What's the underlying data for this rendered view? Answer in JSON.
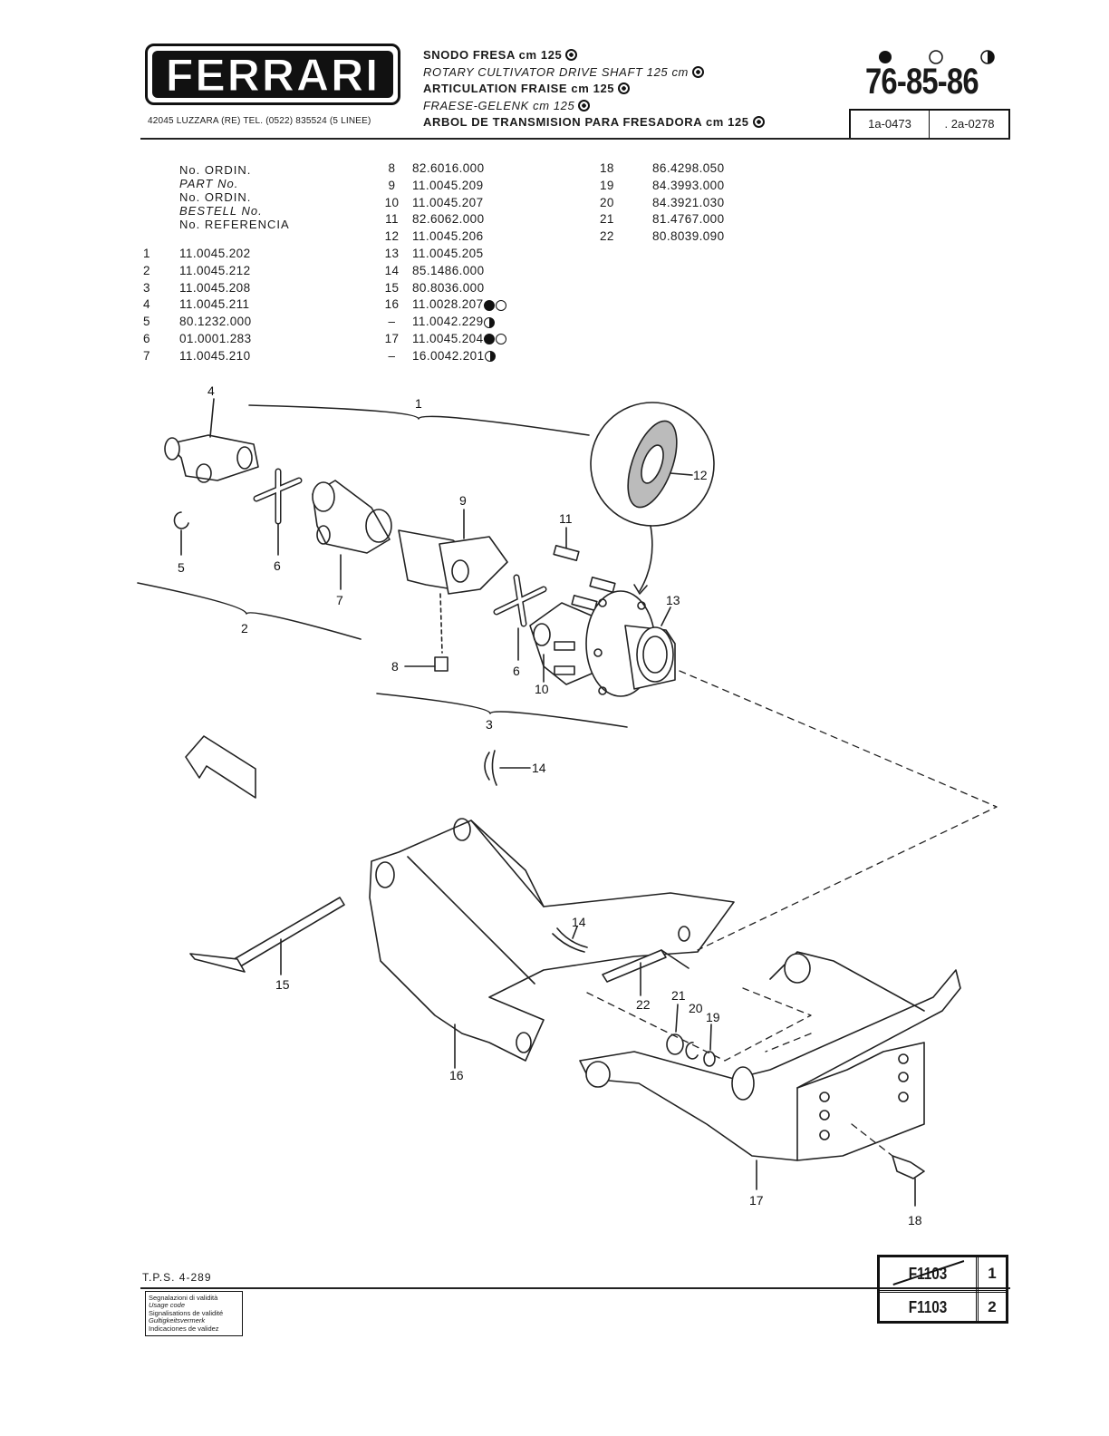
{
  "header": {
    "brand": "FERRARI",
    "address": "42045 LUZZARA (RE)   TEL. (0522) 835524 (5 LINEE)",
    "titles": [
      {
        "text": "SNODO FRESA cm 125",
        "style": "b"
      },
      {
        "text": "ROTARY CULTIVATOR DRIVE SHAFT 125 cm",
        "style": "it"
      },
      {
        "text": "ARTICULATION FRAISE cm 125",
        "style": "b"
      },
      {
        "text": "FRAESE-GELENK cm 125",
        "style": "it"
      },
      {
        "text": "ARBOL DE TRANSMISION PARA FRESADORA cm 125",
        "style": "b"
      }
    ],
    "model": "76-85-86",
    "code_left": "1a-0473",
    "code_right": ". 2a-0278"
  },
  "parts_header": {
    "line1": "No. ORDIN.",
    "line2": "PART No.",
    "line3": "No. ORDIN.",
    "line4": "BESTELL No.",
    "line5": "No. REFERENCIA"
  },
  "parts_col1": [
    {
      "n": "1",
      "code": "11.0045.202"
    },
    {
      "n": "2",
      "code": "11.0045.212"
    },
    {
      "n": "3",
      "code": "11.0045.208"
    },
    {
      "n": "4",
      "code": "11.0045.211"
    },
    {
      "n": "5",
      "code": "80.1232.000"
    },
    {
      "n": "6",
      "code": "01.0001.283"
    },
    {
      "n": "7",
      "code": "11.0045.210"
    }
  ],
  "parts_col2": [
    {
      "n": "8",
      "code": "82.6016.000",
      "marks": []
    },
    {
      "n": "9",
      "code": "11.0045.209",
      "marks": []
    },
    {
      "n": "10",
      "code": "11.0045.207",
      "marks": []
    },
    {
      "n": "11",
      "code": "82.6062.000",
      "marks": []
    },
    {
      "n": "12",
      "code": "11.0045.206",
      "marks": []
    },
    {
      "n": "13",
      "code": "11.0045.205",
      "marks": []
    },
    {
      "n": "14",
      "code": "85.1486.000",
      "marks": []
    },
    {
      "n": "15",
      "code": "80.8036.000",
      "marks": []
    },
    {
      "n": "16",
      "code": "11.0028.207",
      "marks": [
        "full",
        "empty"
      ]
    },
    {
      "n": "–",
      "code": "11.0042.229",
      "marks": [
        "half"
      ]
    },
    {
      "n": "17",
      "code": "11.0045.204",
      "marks": [
        "full",
        "empty"
      ]
    },
    {
      "n": "–",
      "code": "16.0042.201",
      "marks": [
        "half"
      ]
    }
  ],
  "parts_col3": [
    {
      "n": "18",
      "code": "86.4298.050"
    },
    {
      "n": "19",
      "code": "84.3993.000"
    },
    {
      "n": "20",
      "code": "84.3921.030"
    },
    {
      "n": "21",
      "code": "81.4767.000"
    },
    {
      "n": "22",
      "code": "80.8039.090"
    }
  ],
  "diagram_labels": [
    "1",
    "2",
    "3",
    "4",
    "5",
    "6",
    "7",
    "8",
    "9",
    "10",
    "11",
    "12",
    "13",
    "14",
    "15",
    "16",
    "17",
    "18",
    "19",
    "20",
    "21",
    "22",
    "6",
    "14"
  ],
  "footer": {
    "tps": "T.P.S. 4-289",
    "usage": [
      {
        "text": "Segnalazioni di validità",
        "style": ""
      },
      {
        "text": "Usage code",
        "style": "it"
      },
      {
        "text": "Signalisations de validité",
        "style": ""
      },
      {
        "text": "Gultigkeitsvermerk",
        "style": "it"
      },
      {
        "text": "Indicaciones de validez",
        "style": ""
      }
    ],
    "pages": [
      {
        "label": "F1103",
        "num": "1",
        "struck": true
      },
      {
        "label": "F1103",
        "num": "2",
        "struck": false
      }
    ]
  }
}
